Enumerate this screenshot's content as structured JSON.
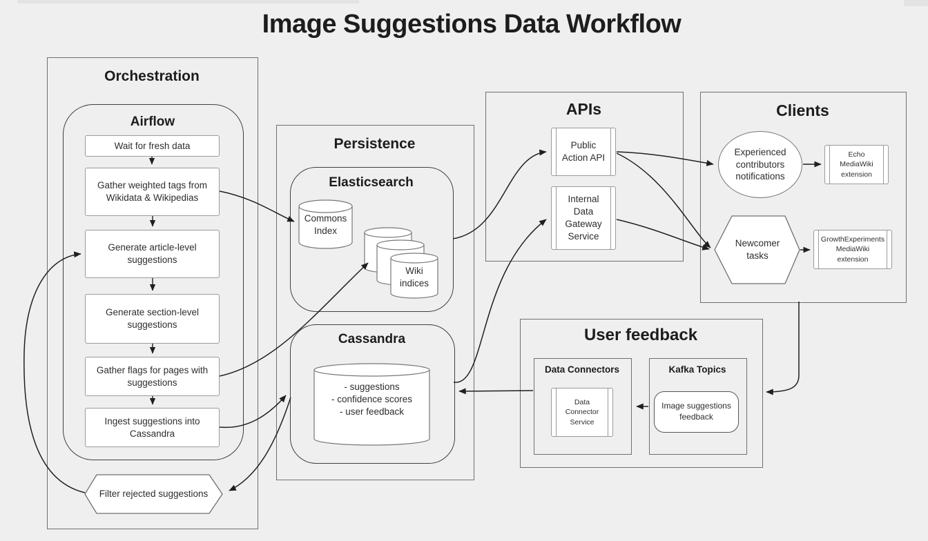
{
  "title": "Image Suggestions Data Workflow",
  "colors": {
    "background": "#f0efef",
    "box_fill": "#ffffff",
    "box_border": "#9a9a9a",
    "container_border": "#6f6f6f",
    "rounded_border": "#3f3f3f",
    "edge": "#1f1f1f",
    "text": "#2d2d2d"
  },
  "orchestration": {
    "label": "Orchestration",
    "airflow": {
      "label": "Airflow",
      "steps": [
        "Wait for fresh data",
        "Gather weighted tags from Wikidata & Wikipedias",
        "Generate article-level suggestions",
        "Generate section-level suggestions",
        "Gather flags for pages with suggestions",
        "Ingest suggestions into Cassandra"
      ]
    },
    "filter": "Filter rejected suggestions"
  },
  "persistence": {
    "label": "Persistence",
    "elasticsearch": {
      "label": "Elasticsearch",
      "commons_index": "Commons Index",
      "wiki_indices": "Wiki indices"
    },
    "cassandra": {
      "label": "Cassandra",
      "store_lines": [
        "- suggestions",
        "- confidence scores",
        "- user feedback"
      ]
    }
  },
  "apis": {
    "label": "APIs",
    "public_action_api": "Public Action API",
    "internal_data_gateway": "Internal Data Gateway Service"
  },
  "clients": {
    "label": "Clients",
    "experienced_notifications": "Experienced contributors notifications",
    "echo_extension": "Echo MediaWiki extension",
    "newcomer_tasks": "Newcomer tasks",
    "growth_extension": "GrowthExperiments MediaWiki extension"
  },
  "user_feedback": {
    "label": "User feedback",
    "data_connectors": {
      "label": "Data Connectors",
      "service": "Data Connector Service"
    },
    "kafka": {
      "label": "Kafka Topics",
      "topic": "Image suggestions feedback"
    }
  }
}
